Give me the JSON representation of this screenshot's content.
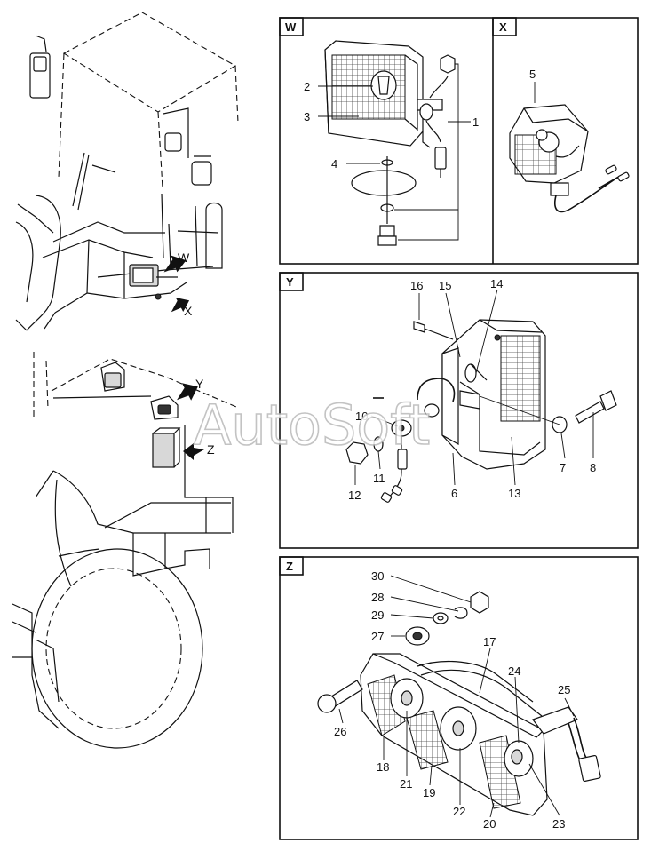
{
  "watermark": "AutoSoft",
  "overview": {
    "view_labels": [
      "W",
      "X",
      "Y",
      "Z"
    ]
  },
  "panels": {
    "w": {
      "tag": "W",
      "callouts": [
        {
          "num": "1"
        },
        {
          "num": "2"
        },
        {
          "num": "3"
        },
        {
          "num": "4"
        }
      ]
    },
    "x": {
      "tag": "X",
      "callouts": [
        {
          "num": "5"
        }
      ]
    },
    "y": {
      "tag": "Y",
      "callouts": [
        {
          "num": "6"
        },
        {
          "num": "7"
        },
        {
          "num": "8"
        },
        {
          "num": "10"
        },
        {
          "num": "11"
        },
        {
          "num": "12"
        },
        {
          "num": "13"
        },
        {
          "num": "14"
        },
        {
          "num": "15"
        },
        {
          "num": "16"
        }
      ]
    },
    "z": {
      "tag": "Z",
      "callouts": [
        {
          "num": "17"
        },
        {
          "num": "18"
        },
        {
          "num": "19"
        },
        {
          "num": "20"
        },
        {
          "num": "21"
        },
        {
          "num": "22"
        },
        {
          "num": "23"
        },
        {
          "num": "24"
        },
        {
          "num": "25"
        },
        {
          "num": "26"
        },
        {
          "num": "27"
        },
        {
          "num": "28"
        },
        {
          "num": "29"
        },
        {
          "num": "30"
        }
      ]
    }
  }
}
